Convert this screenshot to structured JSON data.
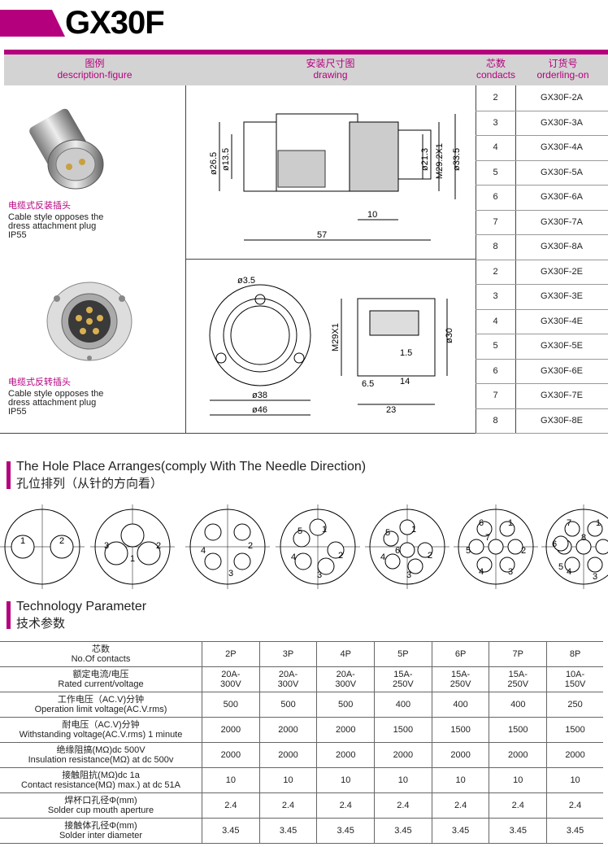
{
  "title": "GX30F",
  "header": {
    "figure_cn": "图例",
    "figure_en": "description-figure",
    "drawing_cn": "安装尺寸图",
    "drawing_en": "drawing",
    "contacts_cn": "芯数",
    "contacts_en": "condacts",
    "order_cn": "订货号",
    "order_en": "orderling-on"
  },
  "plug": {
    "cn": "电缆式反装插头",
    "en1": "Cable style opposes the",
    "en2": "dress attachment plug",
    "ip": "IP55"
  },
  "socket": {
    "cn": "电缆式反转插头",
    "en1": "Cable style opposes the",
    "en2": "dress attachment plug",
    "ip": "IP55"
  },
  "plug_dims": [
    "ø26.5",
    "ø13.5",
    "ø21.3",
    "M29.2X1",
    "ø33.5",
    "10",
    "57"
  ],
  "socket_dims": [
    "ø3.5",
    "ø38",
    "ø46",
    "M29X1",
    "ø30",
    "1.5",
    "14",
    "6.5",
    "23"
  ],
  "orders": [
    {
      "n": "2",
      "code": "GX30F-2A"
    },
    {
      "n": "3",
      "code": "GX30F-3A"
    },
    {
      "n": "4",
      "code": "GX30F-4A"
    },
    {
      "n": "5",
      "code": "GX30F-5A"
    },
    {
      "n": "6",
      "code": "GX30F-6A"
    },
    {
      "n": "7",
      "code": "GX30F-7A"
    },
    {
      "n": "8",
      "code": "GX30F-8A"
    },
    {
      "n": "2",
      "code": "GX30F-2E"
    },
    {
      "n": "3",
      "code": "GX30F-3E"
    },
    {
      "n": "4",
      "code": "GX30F-4E"
    },
    {
      "n": "5",
      "code": "GX30F-5E"
    },
    {
      "n": "6",
      "code": "GX30F-6E"
    },
    {
      "n": "7",
      "code": "GX30F-7E"
    },
    {
      "n": "8",
      "code": "GX30F-8E"
    }
  ],
  "hole_section": {
    "en": "The Hole Place Arranges(comply With The Needle Direction)",
    "cn": "孔位排列（从针的方向看）"
  },
  "tech_section": {
    "en": "Technology Parameter",
    "cn": "技术参数"
  },
  "tech": {
    "rows": [
      {
        "cn": "芯数",
        "en": "No.Of contacts",
        "v": [
          "2P",
          "3P",
          "4P",
          "5P",
          "6P",
          "7P",
          "8P"
        ]
      },
      {
        "cn": "额定电流/电压",
        "en": "Rated current/voltage",
        "v": [
          "20A-\n300V",
          "20A-\n300V",
          "20A-\n300V",
          "15A-\n250V",
          "15A-\n250V",
          "15A-\n250V",
          "10A-\n150V"
        ]
      },
      {
        "cn": "工作电压（AC.V)分钟",
        "en": "Operation limit voltage(AC.V.rms)",
        "v": [
          "500",
          "500",
          "500",
          "400",
          "400",
          "400",
          "250"
        ]
      },
      {
        "cn": "耐电压（AC.V)分钟",
        "en": "Withstanding voltage(AC.V.rms) 1 minute",
        "v": [
          "2000",
          "2000",
          "2000",
          "1500",
          "1500",
          "1500",
          "1500"
        ]
      },
      {
        "cn": "绝缘阻搞(MΩ)dc 500V",
        "en": "Insulation resistance(MΩ) at dc 500v",
        "v": [
          "2000",
          "2000",
          "2000",
          "2000",
          "2000",
          "2000",
          "2000"
        ]
      },
      {
        "cn": "接触阻抗(MΩ)dc 1a",
        "en": "Contact resistance(MΩ) max.) at dc 51A",
        "v": [
          "10",
          "10",
          "10",
          "10",
          "10",
          "10",
          "10"
        ]
      },
      {
        "cn": "焊杯口孔径Φ(mm)",
        "en": "Solder cup mouth aperture",
        "v": [
          "2.4",
          "2.4",
          "2.4",
          "2.4",
          "2.4",
          "2.4",
          "2.4"
        ]
      },
      {
        "cn": "接触体孔径Φ(mm)",
        "en": "Solder inter diameter",
        "v": [
          "3.45",
          "3.45",
          "3.45",
          "3.45",
          "3.45",
          "3.45",
          "3.45"
        ]
      }
    ]
  },
  "accent": "#b5007e"
}
